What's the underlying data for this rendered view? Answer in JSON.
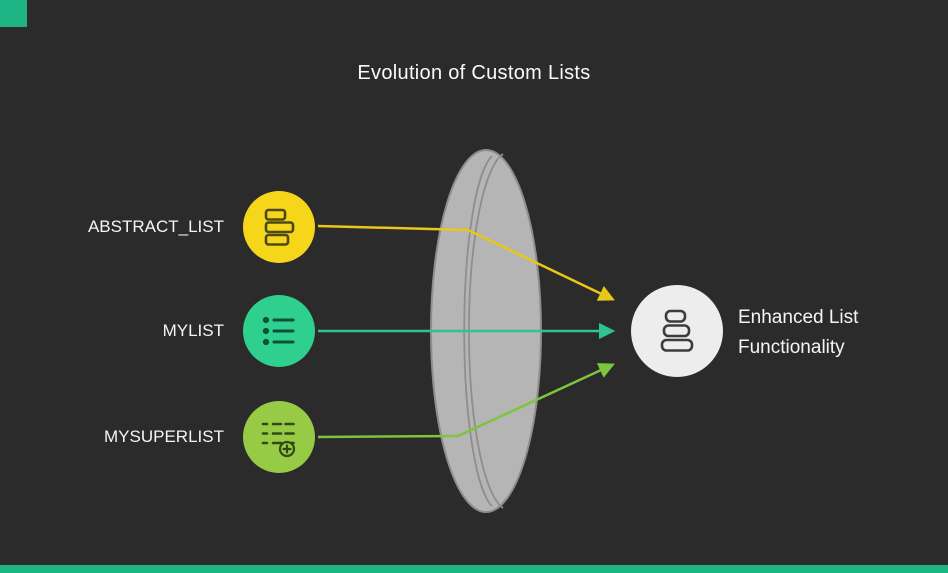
{
  "colors": {
    "background": "#2b2b2b",
    "accent": "#1db584",
    "lens_fill": "#b5b5b5",
    "lens_stroke": "#8e8e8e",
    "title_text": "#fafafa",
    "label_text": "#f5f5f5"
  },
  "title": "Evolution of Custom Lists",
  "nodes": [
    {
      "label": "ABSTRACT_LIST",
      "circle": "#f5d61a",
      "arrow": "#e9c716",
      "icon": "list-bars-icon",
      "icon_stroke": "#4c4a12"
    },
    {
      "label": "MYLIST",
      "circle": "#2fd08e",
      "arrow": "#2cc490",
      "icon": "bullet-list-icon",
      "icon_stroke": "#0c4f3a"
    },
    {
      "label": "MYSUPERLIST",
      "circle": "#97cb45",
      "arrow": "#7cc53d",
      "icon": "dashed-list-plus-icon",
      "icon_stroke": "#33491a"
    }
  ],
  "result": {
    "line1": "Enhanced List",
    "line2": "Functionality",
    "circle": "#ededed",
    "icon": "stacked-bars-icon",
    "icon_stroke": "#3c3c3c"
  }
}
